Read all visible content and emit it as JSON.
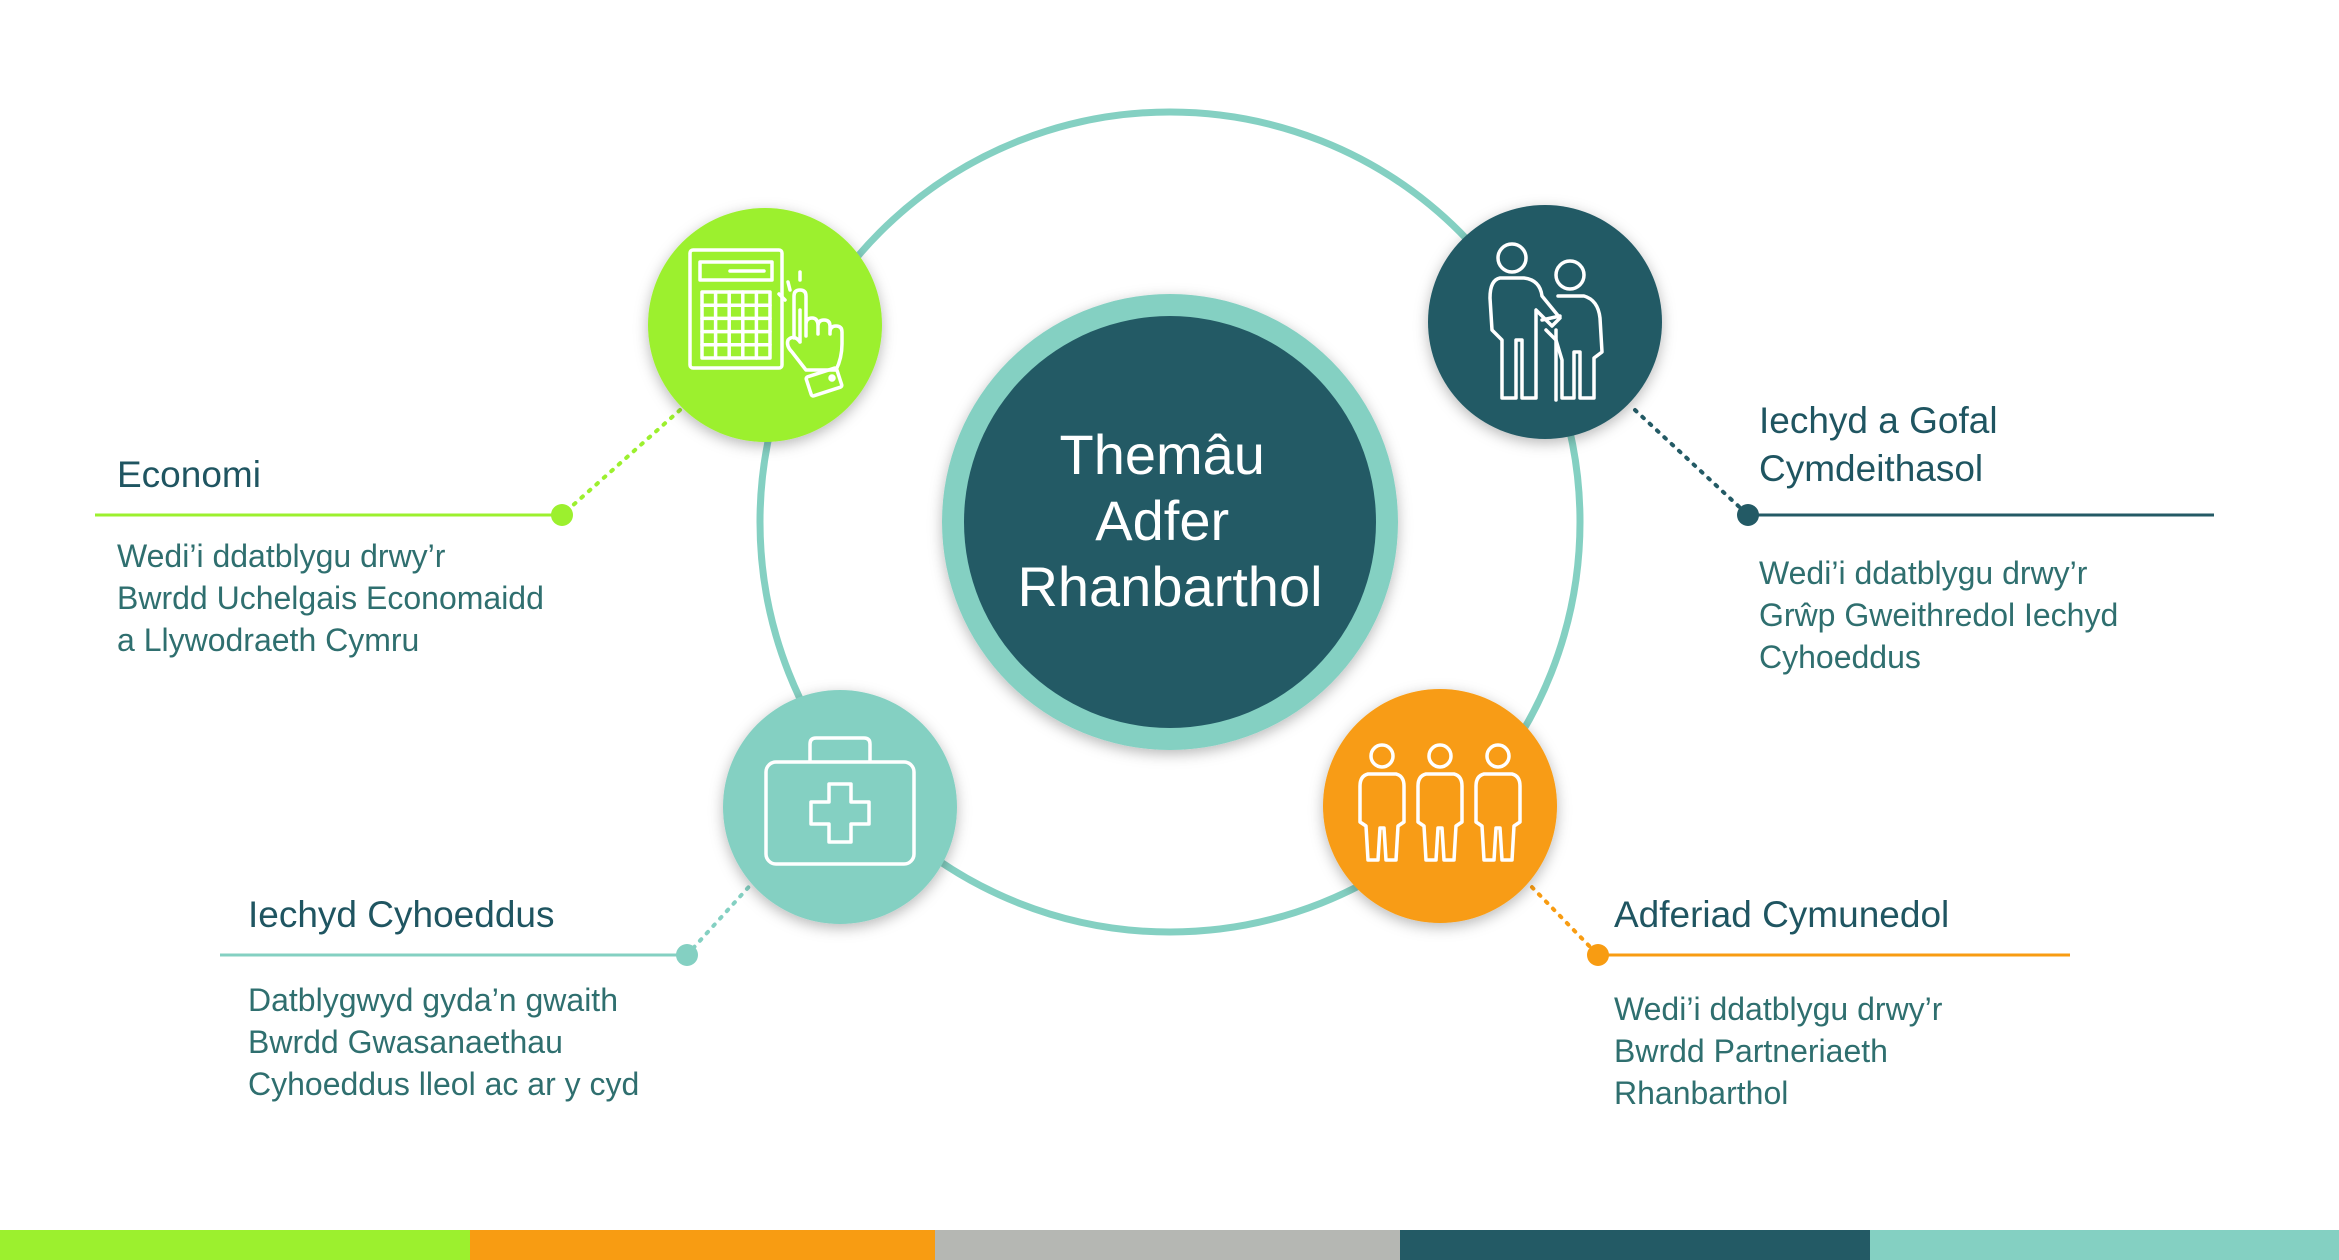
{
  "center": {
    "lines": [
      "Themâu",
      "Adfer",
      "Rhanbarthol"
    ]
  },
  "themes": [
    {
      "id": "economi",
      "icon": "calculator-hand-icon",
      "color": "#9cf02e",
      "title": [
        "Economi"
      ],
      "description": [
        "Wedi’i ddatblygu drwy’r",
        "Bwrdd Uchelgais Economaidd",
        "a Llywodraeth Cymru"
      ]
    },
    {
      "id": "iechyd-a-gofal",
      "icon": "handshake-people-icon",
      "color": "#235a65",
      "title": [
        "Iechyd a Gofal",
        "Cymdeithasol"
      ],
      "description": [
        "Wedi’i ddatblygu drwy’r",
        "Grŵp Gweithredol Iechyd",
        "Cyhoeddus"
      ]
    },
    {
      "id": "iechyd-cyhoeddus",
      "icon": "first-aid-kit-icon",
      "color": "#84d0c2",
      "title": [
        "Iechyd Cyhoeddus"
      ],
      "description": [
        "Datblygwyd gyda’n gwaith",
        "Bwrdd Gwasanaethau",
        "Cyhoeddus lleol ac ar y cyd"
      ]
    },
    {
      "id": "adferiad-cymunedol",
      "icon": "community-people-icon",
      "color": "#f89c12",
      "title": [
        "Adferiad Cymunedol"
      ],
      "description": [
        "Wedi’i ddatblygu drwy’r",
        "Bwrdd Partneriaeth",
        "Rhanbarthol"
      ]
    }
  ],
  "footer_colors": [
    "#9cf02e",
    "#f89c12",
    "#b5b7b3",
    "#235a65",
    "#84d0c2"
  ]
}
